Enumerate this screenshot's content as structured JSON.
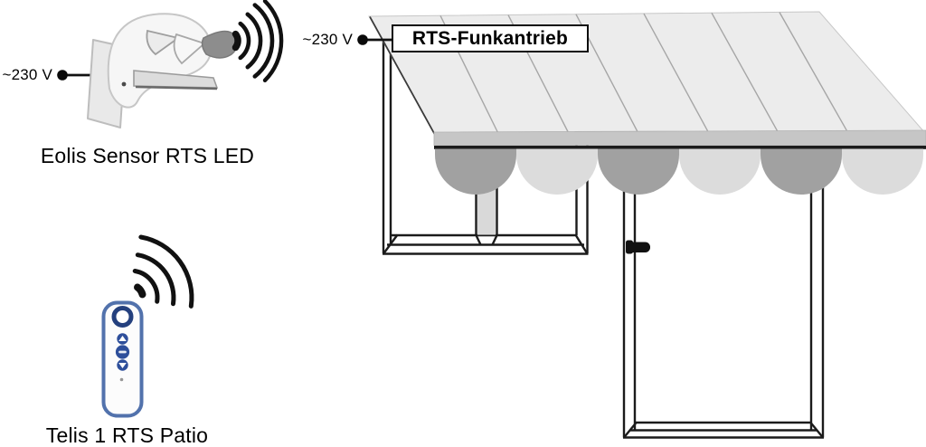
{
  "sensor": {
    "power_label": "~230 V",
    "name_label": "Eolis Sensor RTS LED",
    "waves_icon": "radio-waves-icon"
  },
  "remote": {
    "name_label": "Telis 1 RTS Patio",
    "waves_icon": "radio-waves-icon"
  },
  "awning": {
    "power_label": "~230 V",
    "drive_label": "RTS-Funkantrieb"
  },
  "illustrations": {
    "sensor": "wind-sensor-device",
    "remote": "handheld-remote-device",
    "awning": "awning-canopy-with-scalloped-valance",
    "window": "window-frame",
    "door": "door-frame-with-handle"
  },
  "colors": {
    "background": "#ffffff",
    "ink": "#111111",
    "canopy": "#ececec",
    "canopy_seam": "#a6a6a6",
    "canopy_edge": "#3a3a3a",
    "front_bar": "#c6c6c6",
    "front_bar_line": "#1b1b1b",
    "scallop_dark": "#a1a1a1",
    "scallop_light": "#dcdcdc",
    "frame_line": "#1b1b1b",
    "mullion_fill": "#d9d9d9",
    "remote_edge_blue": "#5272ac",
    "remote_button_blue": "#2e4f9b",
    "remote_ring_navy": "#24407e",
    "sensor_cone_gray": "#8d8d8d"
  }
}
